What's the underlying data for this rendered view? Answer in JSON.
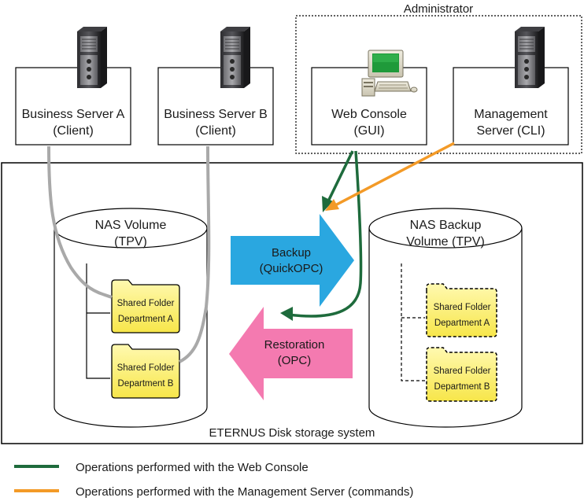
{
  "administrator": {
    "label": "Administrator"
  },
  "servers": {
    "business_a": {
      "line1": "Business Server A",
      "line2": "(Client)"
    },
    "business_b": {
      "line1": "Business Server B",
      "line2": "(Client)"
    },
    "web_console": {
      "line1": "Web Console",
      "line2": "(GUI)"
    },
    "management": {
      "line1": "Management",
      "line2": "Server (CLI)"
    }
  },
  "storage": {
    "label": "ETERNUS Disk storage system"
  },
  "nas_volume": {
    "line1": "NAS Volume",
    "line2": "(TPV)",
    "folders": [
      {
        "line1": "Shared Folder",
        "line2": "Department A"
      },
      {
        "line1": "Shared Folder",
        "line2": "Department B"
      }
    ]
  },
  "nas_backup_volume": {
    "line1": "NAS Backup",
    "line2": "Volume (TPV)",
    "folders": [
      {
        "line1": "Shared Folder",
        "line2": "Department A"
      },
      {
        "line1": "Shared Folder",
        "line2": "Department B"
      }
    ]
  },
  "backup_arrow": {
    "line1": "Backup",
    "line2": "(QuickOPC)",
    "color": "#2aa7e0"
  },
  "restore_arrow": {
    "line1": "Restoration",
    "line2": "(OPC)",
    "color": "#f47ab0"
  },
  "legend": [
    {
      "label": "Operations performed with the Web Console",
      "color": "#1e6b3c"
    },
    {
      "label": "Operations performed with the Management Server (commands)",
      "color": "#f39a27"
    }
  ],
  "icons": {
    "server": "server-tower-icon",
    "pc": "desktop-pc-icon",
    "folder": "folder-icon"
  }
}
